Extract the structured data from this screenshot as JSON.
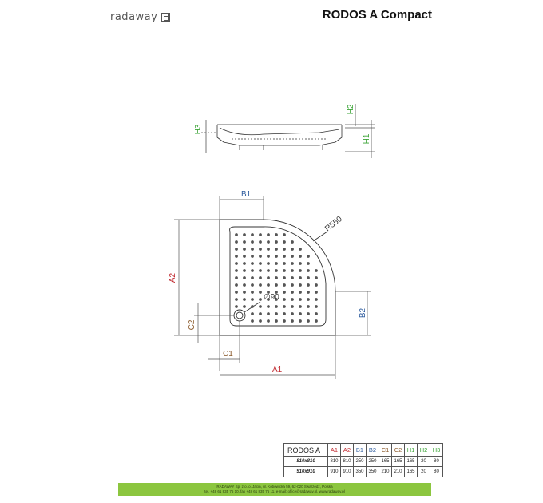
{
  "header": {
    "logo_text": "radaway",
    "title": "RODOS A Compact"
  },
  "drawing": {
    "labels": {
      "h1": "H1",
      "h2": "H2",
      "h3": "H3",
      "a1": "A1",
      "a2": "A2",
      "b1": "B1",
      "b2": "B2",
      "c1": "C1",
      "c2": "C2",
      "radius": "R550",
      "drain": "∅90"
    }
  },
  "colors": {
    "a": "#c0272d",
    "b": "#2e5c9e",
    "c": "#8b5a2b",
    "h": "#3aa335",
    "footer": "#8cc63f"
  },
  "table": {
    "headers": [
      "RODOS A",
      "A1",
      "A2",
      "B1",
      "B2",
      "C1",
      "C2",
      "H1",
      "H2",
      "H3"
    ],
    "rows": [
      [
        "810x810",
        "810",
        "810",
        "250",
        "250",
        "165",
        "165",
        "165",
        "20",
        "80"
      ],
      [
        "910x910",
        "910",
        "910",
        "350",
        "350",
        "210",
        "210",
        "165",
        "20",
        "80"
      ]
    ]
  },
  "footer": {
    "line1": "RADAWAY Sp. z o. o. Jacin, ul. Kobowicka 59, 62-020 Swarzędz, Polska",
    "line2": "tel. +48 61 835 75 10, fax +48 61 835 75 11, e-mail: office@radaway.pl, www.radaway.pl"
  }
}
